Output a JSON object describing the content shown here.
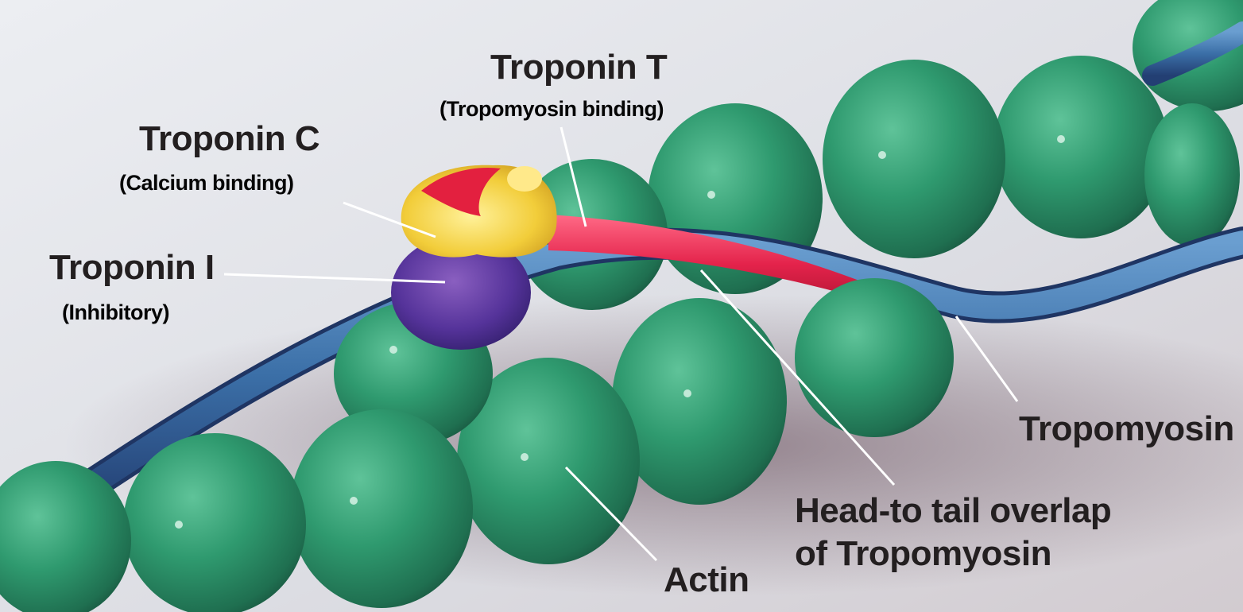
{
  "labels": {
    "troponin_t": "Troponin T",
    "troponin_t_sub": "(Tropomyosin binding)",
    "troponin_c": "Troponin C",
    "troponin_c_sub": "(Calcium binding)",
    "troponin_i": "Troponin I",
    "troponin_i_sub": "(Inhibitory)",
    "tropomyosin": "Tropomyosin",
    "overlap_line1": "Head-to tail overlap",
    "overlap_line2": "of Tropomyosin",
    "actin": "Actin"
  },
  "colors": {
    "background": "#dcdde4",
    "actin": "#2f9a6f",
    "tropomyosin": "#3b6fa7",
    "troponin_t": "#e4234b",
    "troponin_c_yellow": "#f2cd3a",
    "troponin_c_red": "#e3203f",
    "troponin_i": "#55339a"
  }
}
